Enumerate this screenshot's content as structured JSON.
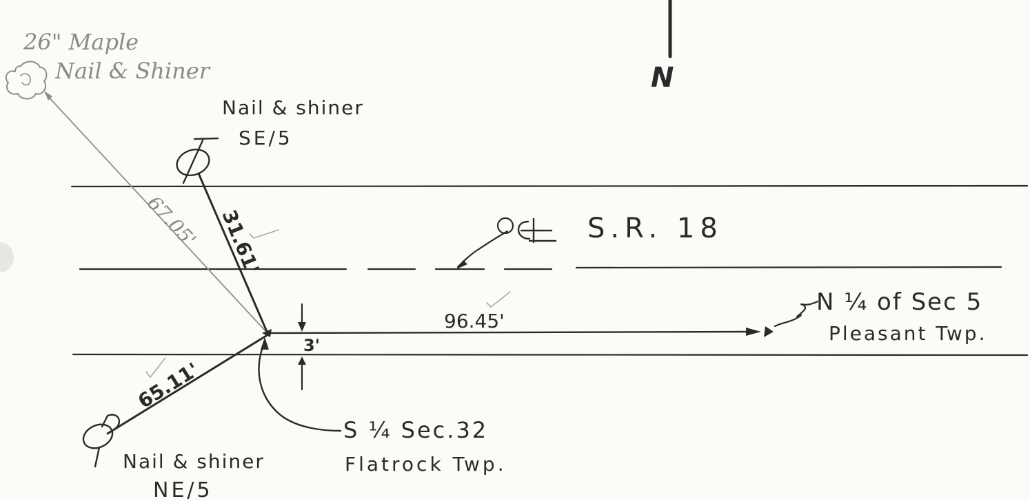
{
  "labels": {
    "north": "N",
    "maple_line1": "26\" Maple",
    "maple_line2": "Nail & Shiner",
    "se_line1": "Nail & shiner",
    "se_line2": "SE/5",
    "road": "S.R. 18",
    "n_quarter_line1": "N ¼ of Sec 5",
    "n_quarter_line2": "Pleasant Twp.",
    "s_quarter_line1": "S ¼  Sec.32",
    "s_quarter_line2": "Flatrock Twp.",
    "ne_line1": "Nail & shiner",
    "ne_line2": "NE/5"
  },
  "measurements": {
    "to_maple": "67.05'",
    "to_se": "31.61'",
    "to_n_quarter": "96.45'",
    "offset": "3'",
    "to_ne": "65.11'"
  },
  "icons": {
    "centerline": "centerline-symbol-icon",
    "tree": "tree-symbol-icon",
    "monument": "monument-symbol-icon"
  },
  "colors": {
    "ink": "#2a2a2a",
    "pencil": "#8c8c8c",
    "paper": "#fbfbf7"
  }
}
